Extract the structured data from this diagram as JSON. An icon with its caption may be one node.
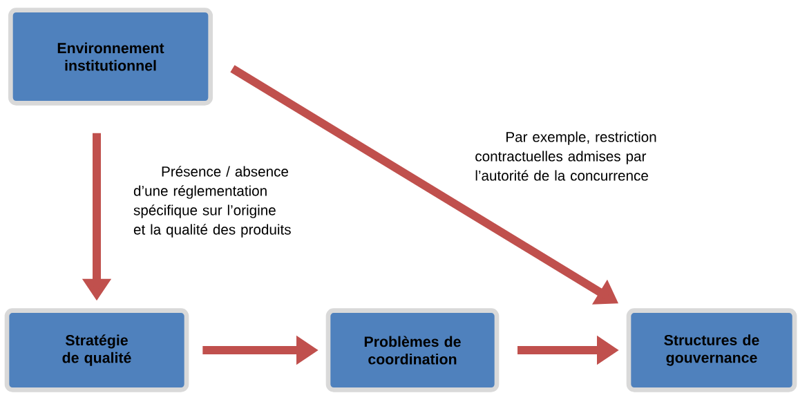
{
  "diagram": {
    "nodes": [
      {
        "text": [
          "Environnement institutionnel"
        ]
      },
      {
        "text": [
          "Stratégie de qualité"
        ]
      },
      {
        "text": [
          "Problèmes de coordination"
        ]
      },
      {
        "text": [
          "Structures de gouvernance"
        ]
      }
    ],
    "edges": [
      {
        "from": 0,
        "to": 1,
        "arrow": "to",
        "label": "Présence / absence d’une réglementation spécifique sur l’origine et la qualité des produits"
      },
      {
        "from": 0,
        "to": 3,
        "arrow": "to",
        "label": "Par exemple, restriction contractuelles admises par l’autorité de la concurrence"
      },
      {
        "from": 1,
        "to": 2,
        "arrow": "to"
      },
      {
        "from": 2,
        "to": 3,
        "arrow": "to"
      }
    ]
  }
}
